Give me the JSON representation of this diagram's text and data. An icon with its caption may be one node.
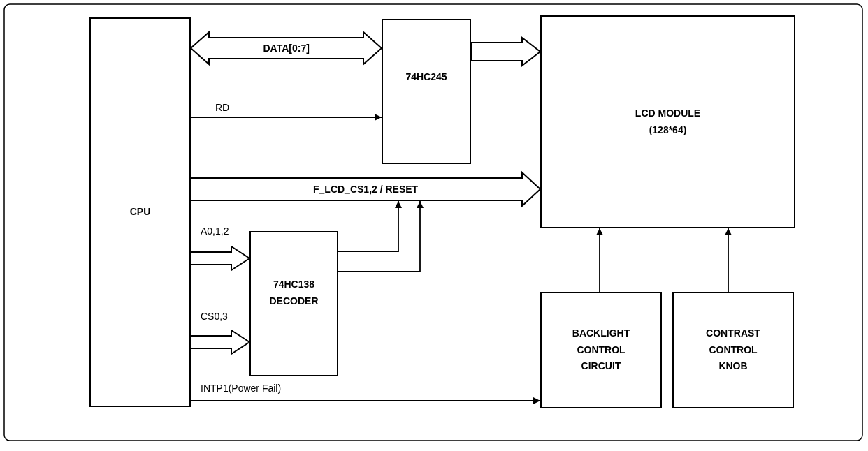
{
  "diagram": {
    "nodes": [
      {
        "text": [
          "CPU"
        ]
      },
      {
        "text": [
          "74HC245"
        ]
      },
      {
        "text": [
          "LCD MODULE",
          "(128*64)"
        ]
      },
      {
        "text": [
          "74HC138 DECODER"
        ]
      },
      {
        "text": [
          "BACKLIGHT CONTROL CIRCUIT"
        ]
      },
      {
        "text": [
          "CONTRAST CONTROL KNOB"
        ]
      }
    ],
    "edges": [
      {
        "from": 0,
        "to": 1,
        "arrow": "both",
        "label": "DATA[0:7]",
        "style": "thick"
      },
      {
        "from": 1,
        "to": 2,
        "arrow": "to",
        "style": "thick"
      },
      {
        "from": 0,
        "to": 1,
        "arrow": "to",
        "label": "RD"
      },
      {
        "from": 0,
        "to": 2,
        "arrow": "to",
        "label": "F_LCD_CS1,2 / RESET",
        "style": "thick"
      },
      {
        "from": 0,
        "to": 3,
        "arrow": "to",
        "label": "A0,1,2",
        "style": "thick"
      },
      {
        "from": 0,
        "to": 3,
        "arrow": "to",
        "label": "CS0,3",
        "style": "thick"
      },
      {
        "from": 0,
        "to": 4,
        "arrow": "to",
        "label": "INTP1(Power Fail)"
      },
      {
        "from": 3,
        "to": null,
        "arrow": "to"
      },
      {
        "from": 3,
        "to": null,
        "arrow": "to"
      },
      {
        "from": 4,
        "to": 2,
        "arrow": "to"
      },
      {
        "from": 5,
        "to": 2,
        "arrow": "to"
      }
    ]
  }
}
